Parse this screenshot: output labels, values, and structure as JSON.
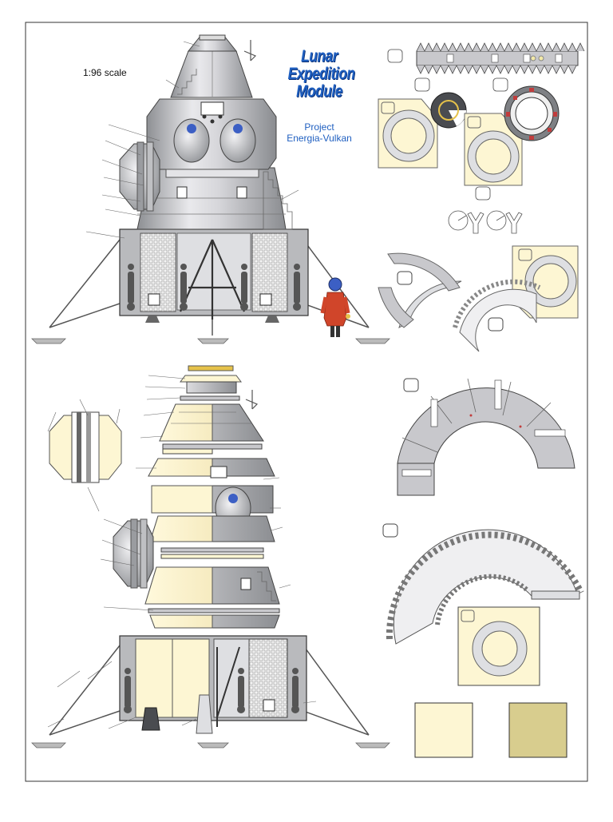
{
  "header": {
    "scale": "1:96 scale",
    "title_lines": [
      "Lunar",
      "Expedition",
      "Module"
    ],
    "subtitle_lines": [
      "Project",
      "Energia-Vulkan"
    ]
  },
  "colors": {
    "paper_cream": "#fdf6d3",
    "paper_tan": "#d8cd8e",
    "hull_grey": "#c8c8cc",
    "hull_dark": "#6e7074",
    "window_blue": "#3c5fc4",
    "title_blue": "#1f5fc0",
    "suit_orange": "#d0452a",
    "border": "#333333"
  },
  "icons": [
    "astronaut-figure",
    "window-icon",
    "landing-leg",
    "antenna-icon"
  ]
}
